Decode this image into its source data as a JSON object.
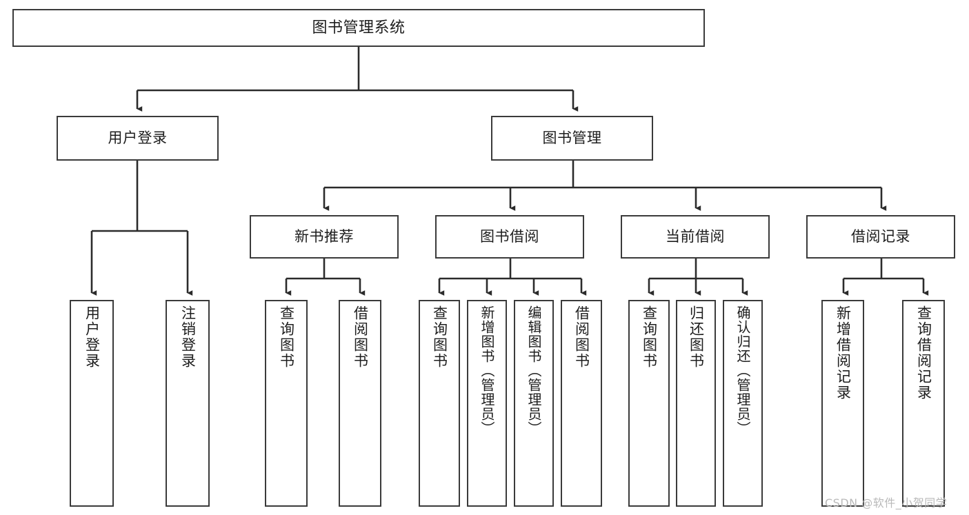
{
  "diagram": {
    "title": "图书管理系统",
    "type": "tree-hierarchy-chart",
    "watermark": "CSDN @软件_小贺同学",
    "colors": {
      "box_border": "#3a3a3a",
      "box_fill": "#ffffff",
      "edge": "#2b2b2b",
      "text": "#1d1d1d",
      "watermark": "#b9b9b9",
      "background": "#ffffff"
    },
    "nodes": {
      "root": {
        "label": "图书管理系统"
      },
      "level1": [
        {
          "id": "user-login",
          "label": "用户登录"
        },
        {
          "id": "book-management",
          "label": "图书管理"
        }
      ],
      "level2": [
        {
          "id": "new-book-recommend",
          "label": "新书推荐"
        },
        {
          "id": "book-borrow",
          "label": "图书借阅"
        },
        {
          "id": "current-borrow",
          "label": "当前借阅"
        },
        {
          "id": "borrow-record",
          "label": "借阅记录"
        }
      ],
      "leaves": {
        "user-login": [
          {
            "id": "leaf-user-login",
            "label": "用户登录"
          },
          {
            "id": "leaf-logout-login",
            "label": "注销登录"
          }
        ],
        "new-book-recommend": [
          {
            "id": "leaf-query-book-1",
            "label": "查询图书"
          },
          {
            "id": "leaf-borrow-book-1",
            "label": "借阅图书"
          }
        ],
        "book-borrow": [
          {
            "id": "leaf-query-book-2",
            "label": "查询图书"
          },
          {
            "id": "leaf-add-book",
            "label": "新增图书（管理员）"
          },
          {
            "id": "leaf-edit-book",
            "label": "编辑图书（管理员）"
          },
          {
            "id": "leaf-borrow-book-2",
            "label": "借阅图书"
          }
        ],
        "current-borrow": [
          {
            "id": "leaf-query-book-3",
            "label": "查询图书"
          },
          {
            "id": "leaf-return-book",
            "label": "归还图书"
          },
          {
            "id": "leaf-confirm-return",
            "label": "确认归还（管理员）"
          }
        ],
        "borrow-record": [
          {
            "id": "leaf-add-record",
            "label": "新增借阅记录"
          },
          {
            "id": "leaf-query-record",
            "label": "查询借阅记录"
          }
        ]
      }
    }
  }
}
